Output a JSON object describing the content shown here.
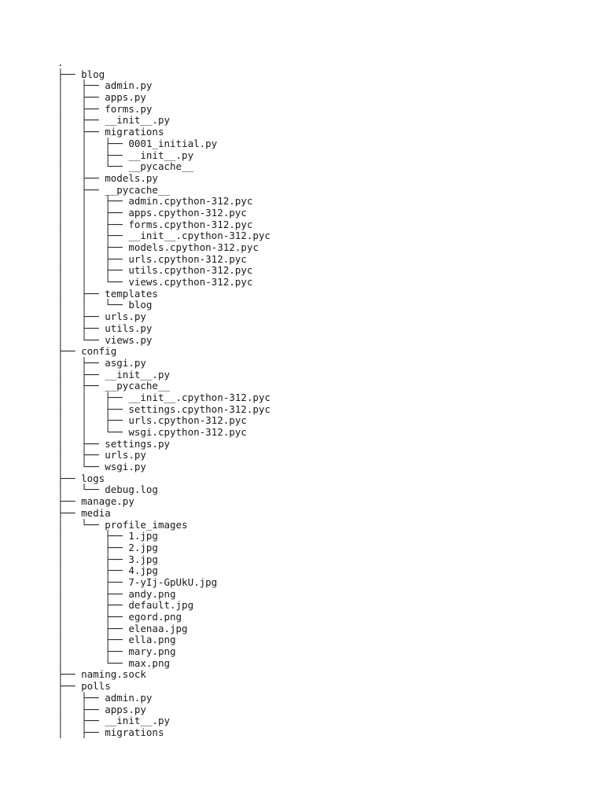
{
  "tree": {
    "lines": [
      {
        "prefix": "",
        "name": "."
      },
      {
        "prefix": "├── ",
        "name": "blog"
      },
      {
        "prefix": "│   ├── ",
        "name": "admin.py"
      },
      {
        "prefix": "│   ├── ",
        "name": "apps.py"
      },
      {
        "prefix": "│   ├── ",
        "name": "forms.py"
      },
      {
        "prefix": "│   ├── ",
        "name": "__init__.py"
      },
      {
        "prefix": "│   ├── ",
        "name": "migrations"
      },
      {
        "prefix": "│   │   ├── ",
        "name": "0001_initial.py"
      },
      {
        "prefix": "│   │   ├── ",
        "name": "__init__.py"
      },
      {
        "prefix": "│   │   └── ",
        "name": "__pycache__"
      },
      {
        "prefix": "│   ├── ",
        "name": "models.py"
      },
      {
        "prefix": "│   ├── ",
        "name": "__pycache__"
      },
      {
        "prefix": "│   │   ├── ",
        "name": "admin.cpython-312.pyc"
      },
      {
        "prefix": "│   │   ├── ",
        "name": "apps.cpython-312.pyc"
      },
      {
        "prefix": "│   │   ├── ",
        "name": "forms.cpython-312.pyc"
      },
      {
        "prefix": "│   │   ├── ",
        "name": "__init__.cpython-312.pyc"
      },
      {
        "prefix": "│   │   ├── ",
        "name": "models.cpython-312.pyc"
      },
      {
        "prefix": "│   │   ├── ",
        "name": "urls.cpython-312.pyc"
      },
      {
        "prefix": "│   │   ├── ",
        "name": "utils.cpython-312.pyc"
      },
      {
        "prefix": "│   │   └── ",
        "name": "views.cpython-312.pyc"
      },
      {
        "prefix": "│   ├── ",
        "name": "templates"
      },
      {
        "prefix": "│   │   └── ",
        "name": "blog"
      },
      {
        "prefix": "│   ├── ",
        "name": "urls.py"
      },
      {
        "prefix": "│   ├── ",
        "name": "utils.py"
      },
      {
        "prefix": "│   └── ",
        "name": "views.py"
      },
      {
        "prefix": "├── ",
        "name": "config"
      },
      {
        "prefix": "│   ├── ",
        "name": "asgi.py"
      },
      {
        "prefix": "│   ├── ",
        "name": "__init__.py"
      },
      {
        "prefix": "│   ├── ",
        "name": "__pycache__"
      },
      {
        "prefix": "│   │   ├── ",
        "name": "__init__.cpython-312.pyc"
      },
      {
        "prefix": "│   │   ├── ",
        "name": "settings.cpython-312.pyc"
      },
      {
        "prefix": "│   │   ├── ",
        "name": "urls.cpython-312.pyc"
      },
      {
        "prefix": "│   │   └── ",
        "name": "wsgi.cpython-312.pyc"
      },
      {
        "prefix": "│   ├── ",
        "name": "settings.py"
      },
      {
        "prefix": "│   ├── ",
        "name": "urls.py"
      },
      {
        "prefix": "│   └── ",
        "name": "wsgi.py"
      },
      {
        "prefix": "├── ",
        "name": "logs"
      },
      {
        "prefix": "│   └── ",
        "name": "debug.log"
      },
      {
        "prefix": "├── ",
        "name": "manage.py"
      },
      {
        "prefix": "├── ",
        "name": "media"
      },
      {
        "prefix": "│   └── ",
        "name": "profile_images"
      },
      {
        "prefix": "│       ├── ",
        "name": "1.jpg"
      },
      {
        "prefix": "│       ├── ",
        "name": "2.jpg"
      },
      {
        "prefix": "│       ├── ",
        "name": "3.jpg"
      },
      {
        "prefix": "│       ├── ",
        "name": "4.jpg"
      },
      {
        "prefix": "│       ├── ",
        "name": "7-yIj-GpUkU.jpg"
      },
      {
        "prefix": "│       ├── ",
        "name": "andy.png"
      },
      {
        "prefix": "│       ├── ",
        "name": "default.jpg"
      },
      {
        "prefix": "│       ├── ",
        "name": "egord.png"
      },
      {
        "prefix": "│       ├── ",
        "name": "elenaa.jpg"
      },
      {
        "prefix": "│       ├── ",
        "name": "ella.png"
      },
      {
        "prefix": "│       ├── ",
        "name": "mary.png"
      },
      {
        "prefix": "│       └── ",
        "name": "max.png"
      },
      {
        "prefix": "├── ",
        "name": "naming.sock"
      },
      {
        "prefix": "├── ",
        "name": "polls"
      },
      {
        "prefix": "│   ├── ",
        "name": "admin.py"
      },
      {
        "prefix": "│   ├── ",
        "name": "apps.py"
      },
      {
        "prefix": "│   ├── ",
        "name": "__init__.py"
      },
      {
        "prefix": "│   ├── ",
        "name": "migrations"
      }
    ]
  }
}
